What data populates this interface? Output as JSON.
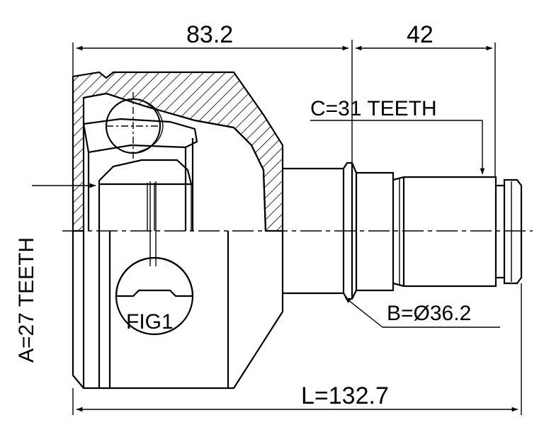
{
  "labels": {
    "dim_top_left": "83.2",
    "dim_top_right": "42",
    "spline_c": "C=31 TEETH",
    "spline_a": "A=27 TEETH",
    "dia_b": "B=Ø36.2",
    "length_l": "L=132.7",
    "fig": "FIG1"
  },
  "colors": {
    "line": "#000000",
    "background": "#ffffff"
  }
}
